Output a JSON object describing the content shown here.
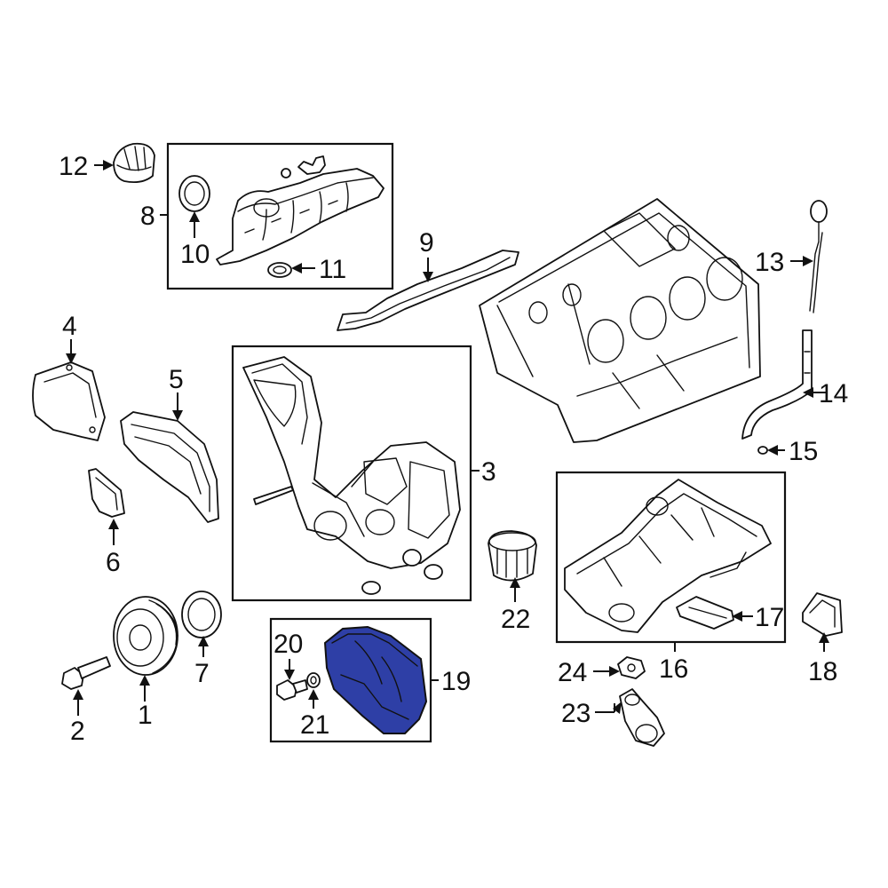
{
  "diagram": {
    "highlight_color": "#2e3fa6",
    "line_color": "#111111",
    "background": "#ffffff",
    "callouts": {
      "c1": "1",
      "c2": "2",
      "c3": "3",
      "c4": "4",
      "c5": "5",
      "c6": "6",
      "c7": "7",
      "c8": "8",
      "c9": "9",
      "c10": "10",
      "c11": "11",
      "c12": "12",
      "c13": "13",
      "c14": "14",
      "c15": "15",
      "c16": "16",
      "c17": "17",
      "c18": "18",
      "c19": "19",
      "c20": "20",
      "c21": "21",
      "c22": "22",
      "c23": "23",
      "c24": "24"
    },
    "highlighted_part": "19"
  }
}
